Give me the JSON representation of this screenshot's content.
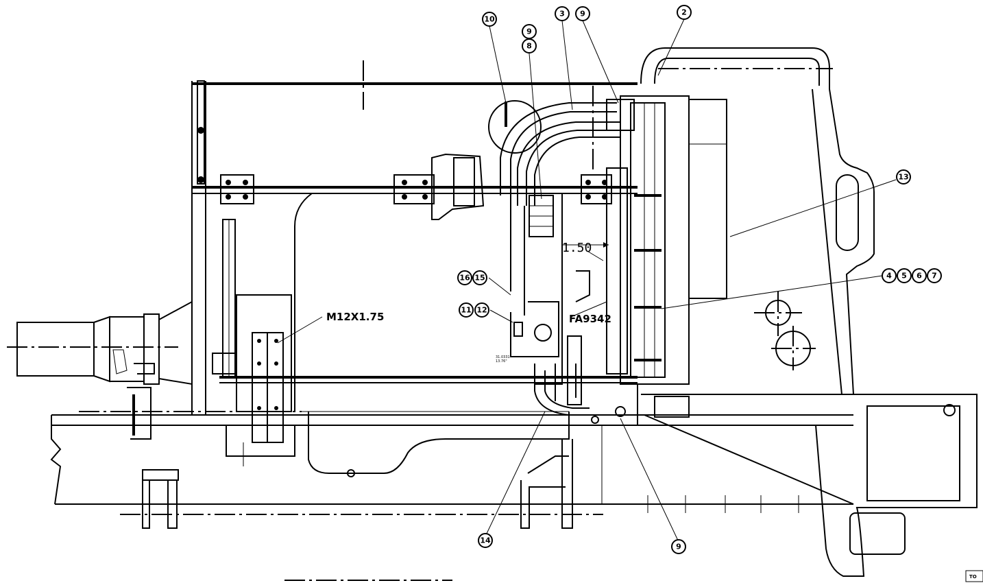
{
  "callouts": {
    "c10": "10",
    "c9a": "9",
    "c8": "8",
    "c3": "3",
    "c9b": "9",
    "c2": "2",
    "c13": "13",
    "c16": "16",
    "c15": "15",
    "c4": "4",
    "c5": "5",
    "c6": "6",
    "c7": "7",
    "c11": "11",
    "c12": "12",
    "c14": "14",
    "c9c": "9"
  },
  "labels": {
    "thread_spec": "M12X1.75",
    "dimension": "1.50",
    "part_code": "FA9342",
    "small_note_1": "31.0331",
    "small_note_2": "13.76\"",
    "corner_tag": "TO"
  }
}
